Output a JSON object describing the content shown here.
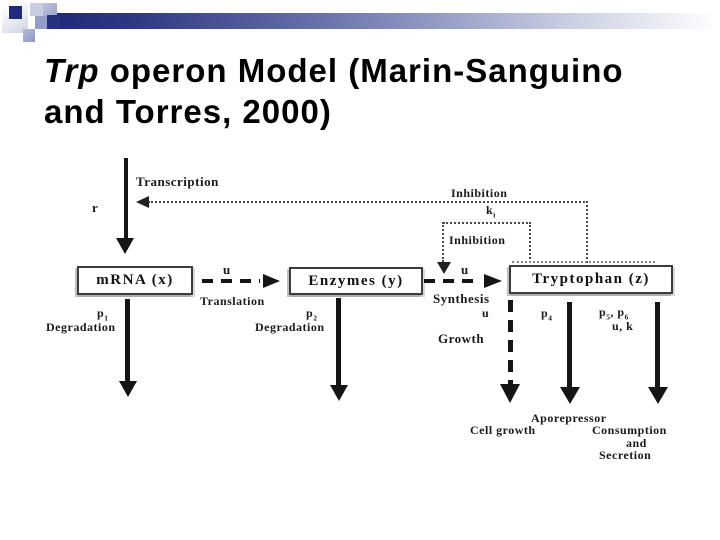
{
  "slide": {
    "title": {
      "italic_lead": "Trp",
      "line1_rest": " operon Model (Marin-Sanguino",
      "line2": "and Torres, 2000)"
    }
  },
  "diagram": {
    "boxes": {
      "mrna": "mRNA (x)",
      "enzymes": "Enzymes (y)",
      "tryptophan": "Tryptophan (z)"
    },
    "labels": {
      "transcription": "Transcription",
      "transcription_rate": "r",
      "inhibition_outer": "Inhibition",
      "inhibition_outer_const": "k_{i}",
      "inhibition_inner": "Inhibition",
      "translation": "Translation",
      "translation_rate": "u",
      "synthesis": "Synthesis",
      "synthesis_rate": "u",
      "growth_rate": "u",
      "growth": "Growth",
      "degradation_mrna": "Degradation",
      "degradation_mrna_rate": "p_{1}",
      "degradation_enzymes": "Degradation",
      "degradation_enzymes_rate": "p_{2}",
      "aporepressor_rate": "p_{4}",
      "consumption_rates1": "p_{5}, p_{6}",
      "consumption_rates2": "u, k",
      "cell_growth": "Cell growth",
      "aporepressor": "Aporepressor",
      "consumption_line1": "Consumption",
      "consumption_line2": "and",
      "consumption_line3": "Secretion"
    }
  }
}
